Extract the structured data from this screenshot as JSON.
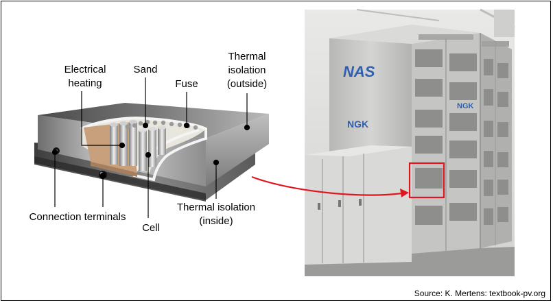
{
  "labels": {
    "electrical_heating": [
      "Electrical",
      "heating"
    ],
    "sand": "Sand",
    "fuse": "Fuse",
    "thermal_outside": [
      "Thermal",
      "isolation",
      "(outside)"
    ],
    "connection_terminals": "Connection terminals",
    "cell": "Cell",
    "thermal_inside": [
      "Thermal isolation",
      "(inside)"
    ]
  },
  "photo": {
    "logo_nas": "NAS",
    "logo_ngk_upper": "NGK",
    "logo_ngk_lower": "NGK"
  },
  "source": "Source: K. Mertens: textbook-pv.org",
  "colors": {
    "arrow": "#e0161e",
    "highlight": "#e0161e",
    "logo_blue": "#2f5fb0"
  }
}
